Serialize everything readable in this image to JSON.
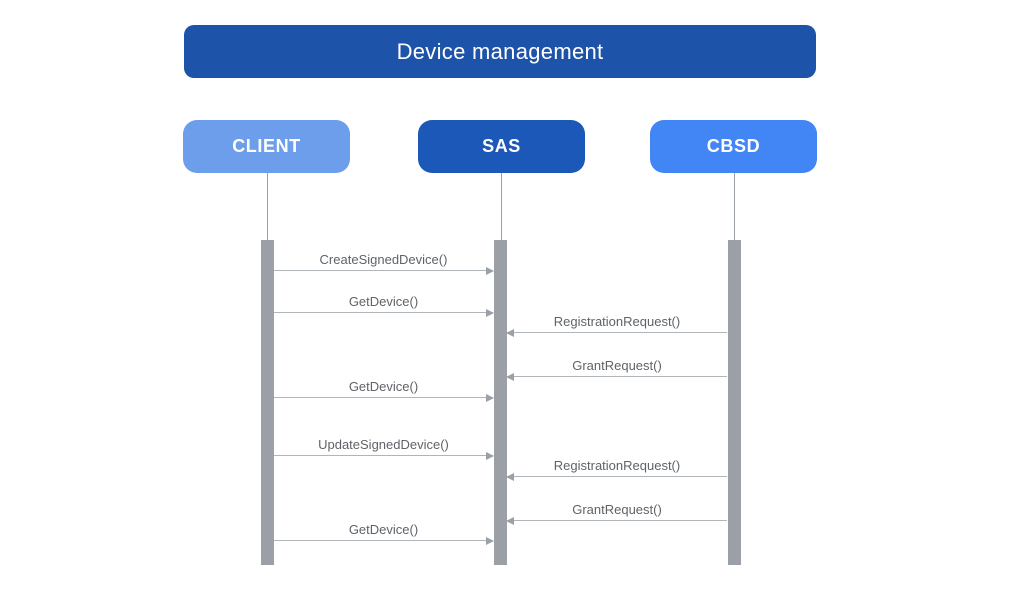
{
  "title": "Device management",
  "actors": [
    {
      "id": "client",
      "label": "CLIENT",
      "color": "#6d9eeb"
    },
    {
      "id": "sas",
      "label": "SAS",
      "color": "#1c58b8"
    },
    {
      "id": "cbsd",
      "label": "CBSD",
      "color": "#4285f4"
    }
  ],
  "messages": [
    {
      "label": "CreateSignedDevice()",
      "from": "CLIENT",
      "to": "SAS"
    },
    {
      "label": "GetDevice()",
      "from": "CLIENT",
      "to": "SAS"
    },
    {
      "label": "RegistrationRequest()",
      "from": "CBSD",
      "to": "SAS"
    },
    {
      "label": "GrantRequest()",
      "from": "CBSD",
      "to": "SAS"
    },
    {
      "label": "GetDevice()",
      "from": "CLIENT",
      "to": "SAS"
    },
    {
      "label": "UpdateSignedDevice()",
      "from": "CLIENT",
      "to": "SAS"
    },
    {
      "label": "RegistrationRequest()",
      "from": "CBSD",
      "to": "SAS"
    },
    {
      "label": "GrantRequest()",
      "from": "CBSD",
      "to": "SAS"
    },
    {
      "label": "GetDevice()",
      "from": "CLIENT",
      "to": "SAS"
    }
  ],
  "colors": {
    "title_background": "#1d54a9",
    "client_background": "#6d9eeb",
    "sas_background": "#1c58b8",
    "cbsd_background": "#4285f4",
    "activation_bar": "#9aa0a6",
    "arrow_line": "#b0b5ba",
    "message_text": "#5f6368",
    "page_background": "#ffffff"
  }
}
